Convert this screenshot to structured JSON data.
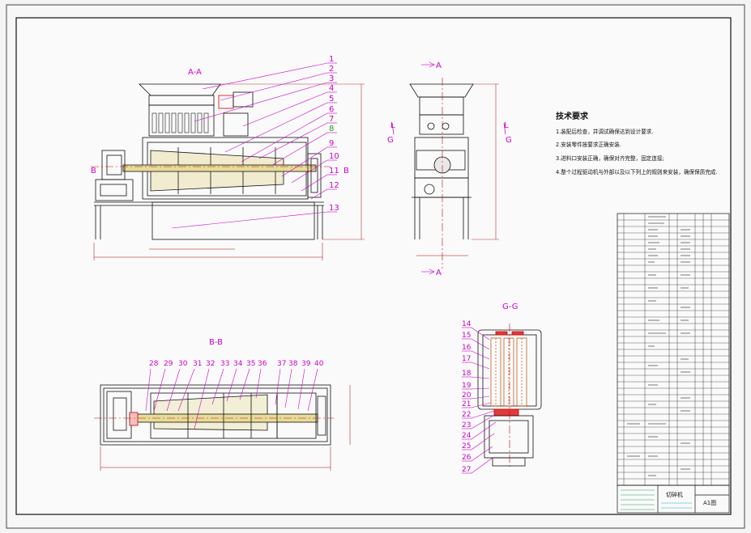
{
  "views": {
    "aa": "A-A",
    "bb": "B-B",
    "gg": "G-G",
    "arrow_a": "A",
    "cut_b": "B",
    "cut_g": "G",
    "cut_l": "L"
  },
  "callouts_aa": [
    "1",
    "2",
    "3",
    "4",
    "5",
    "6",
    "7",
    "8",
    "9",
    "10",
    "11",
    "12",
    "13"
  ],
  "callouts_bb": [
    "28",
    "29",
    "30",
    "31",
    "32",
    "33",
    "34",
    "35",
    "36",
    "37",
    "38",
    "39",
    "40"
  ],
  "callouts_gg": [
    "14",
    "15",
    "16",
    "17",
    "18",
    "19",
    "20",
    "21",
    "22",
    "23",
    "24",
    "25",
    "26",
    "27"
  ],
  "tech": {
    "title": "技术要求",
    "items": [
      "1.装配后检查，并调试确保达到设计要求.",
      "2.安装零件按要求正确安装.",
      "3.进料口安装正确，确保对齐完整，固定连接;",
      "4.整个过程驱动机与外部以及以下列上的规则来安装，确保保质完成."
    ]
  },
  "title_block": {
    "name": "切碎机",
    "drawing_no": "A1图"
  },
  "colors": {
    "outline": "#111111",
    "callout": "#cc00cc",
    "centerline": "#d40000",
    "dimension": "#aa0000",
    "highlight": "#e6dc9a",
    "frame": "#222222",
    "bom_green": "#2b9b63",
    "bom_cyan": "#17a7b6"
  }
}
